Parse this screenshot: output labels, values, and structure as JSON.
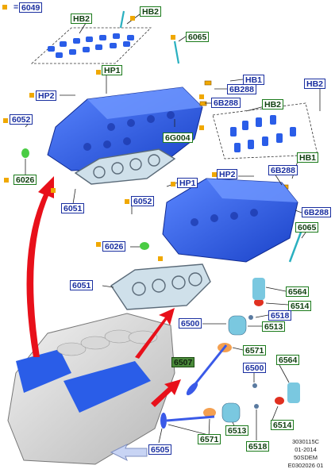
{
  "header": {
    "eq": "=",
    "part": "6049"
  },
  "callouts": {
    "c6049": "6049",
    "hb2_a": "HB2",
    "hb2_b": "HB2",
    "c6065_a": "6065",
    "hp1_a": "HP1",
    "hb1_a": "HB1",
    "c6b288_a": "6B288",
    "hb2_c": "HB2",
    "hp2_a": "HP2",
    "c6b288_b": "6B288",
    "hb2_d": "HB2",
    "c6052_a": "6052",
    "c6g004": "6G004",
    "c6026_a": "6026",
    "hb1_b": "HB1",
    "c6b288_c": "6B288",
    "hp2_b": "HP2",
    "hp1_b": "HP1",
    "c6051_a": "6051",
    "c6052_b": "6052",
    "c6b288_d": "6B288",
    "c6065_b": "6065",
    "c6026_b": "6026",
    "c6051_b": "6051",
    "c6564_a": "6564",
    "c6514_a": "6514",
    "c6500_a": "6500",
    "c6518_a": "6518",
    "c6513_a": "6513",
    "c6571_a": "6571",
    "c6507": "6507",
    "c6500_b": "6500",
    "c6564_b": "6564",
    "c6514_b": "6514",
    "c6571_b": "6571",
    "c6513_b": "6513",
    "c6505": "6505",
    "c6518_b": "6518"
  },
  "footer": {
    "line1": "3030115C",
    "line2": "01-2014",
    "line3": "50SDEM",
    "line4": "E0302026 01"
  },
  "colors": {
    "engine_blue": "#2a5de8",
    "callout_blue": "#1a2fa0",
    "callout_green": "#1a7a1a",
    "highlight": "#4a8a3a",
    "arrow_red": "#e8101a",
    "bullet": "#f0a800",
    "gasket": "#8fb8c8"
  }
}
